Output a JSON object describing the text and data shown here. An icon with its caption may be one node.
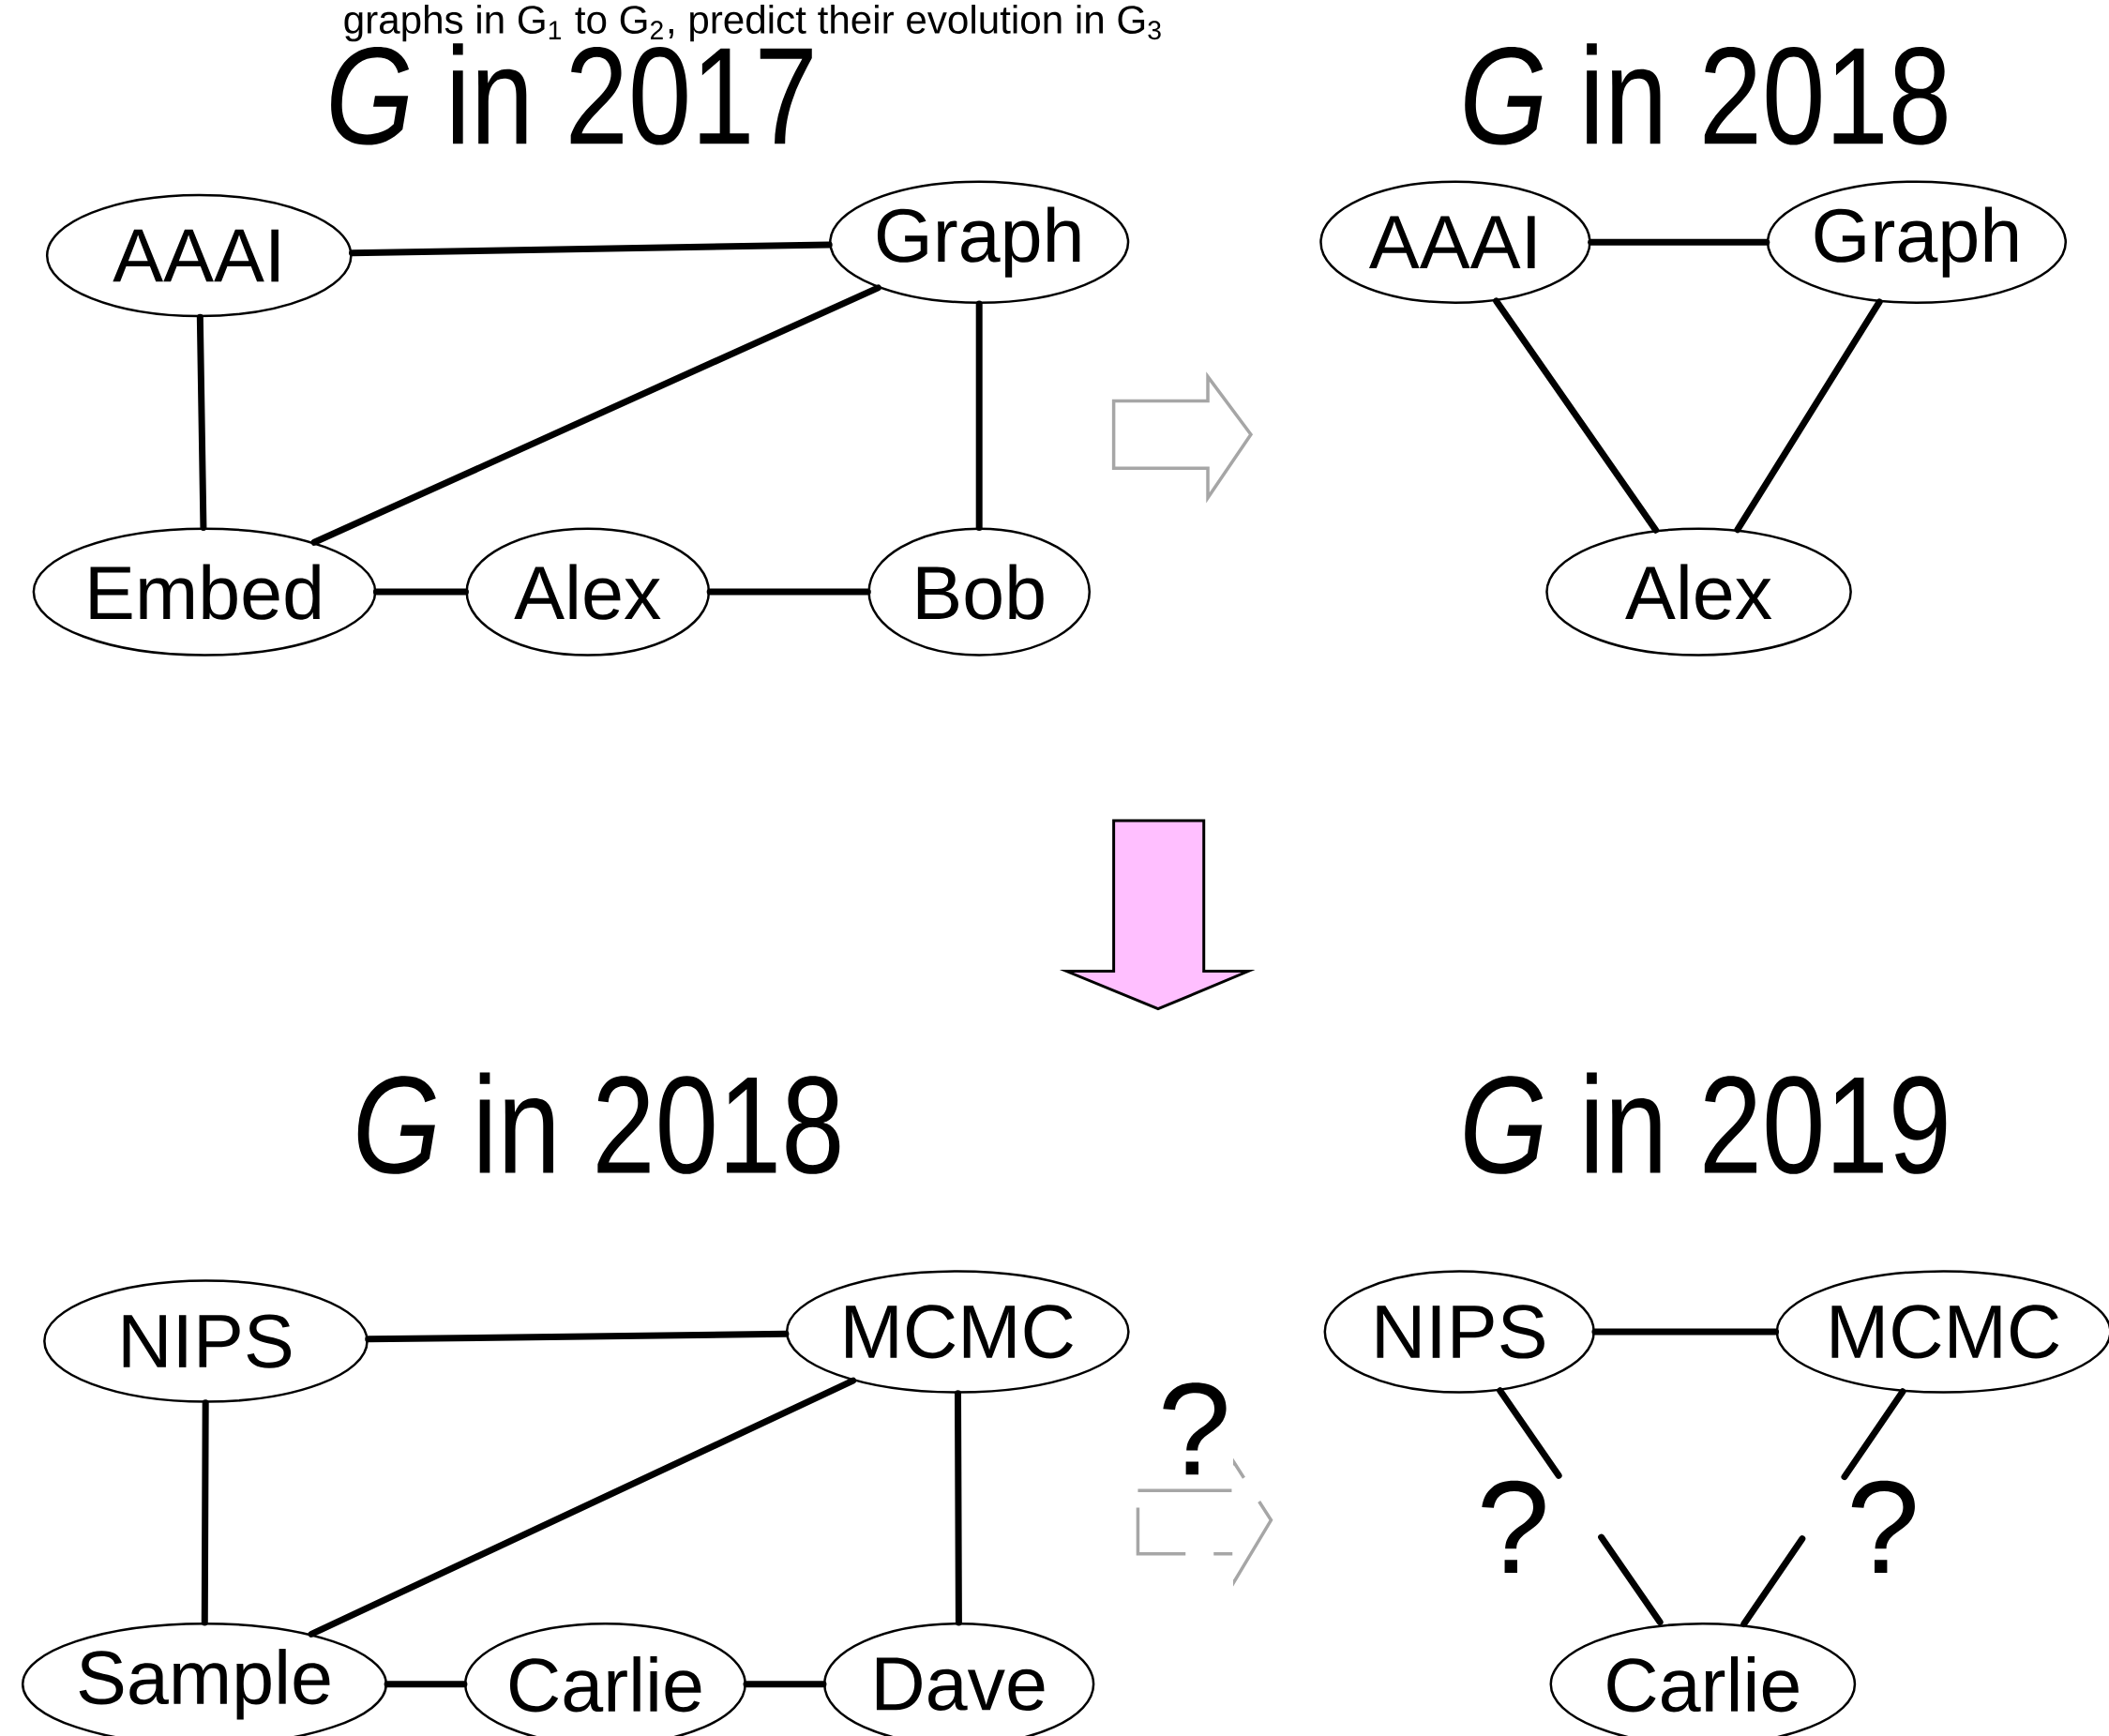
{
  "diagram": {
    "nodes": [
      {
        "text": [
          "AAAI"
        ]
      },
      {
        "text": [
          "Graph"
        ]
      },
      {
        "text": [
          "Embed"
        ]
      },
      {
        "text": [
          "Alex"
        ]
      },
      {
        "text": [
          "Bob"
        ]
      },
      {
        "text": [
          "AAAI"
        ]
      },
      {
        "text": [
          "Graph"
        ]
      },
      {
        "text": [
          "Alex"
        ]
      },
      {
        "text": [
          "NIPS"
        ]
      },
      {
        "text": [
          "MCMC"
        ]
      },
      {
        "text": [
          "Sample"
        ]
      },
      {
        "text": [
          "Carlie"
        ]
      },
      {
        "text": [
          "Dave"
        ]
      },
      {
        "text": [
          "NIPS"
        ]
      },
      {
        "text": [
          "MCMC"
        ]
      },
      {
        "text": [
          "Carlie"
        ]
      }
    ],
    "edges": [
      {
        "from": 0,
        "to": 1,
        "arrow": "none"
      },
      {
        "from": 0,
        "to": 2,
        "arrow": "none"
      },
      {
        "from": 1,
        "to": 2,
        "arrow": "none"
      },
      {
        "from": 1,
        "to": 4,
        "arrow": "none"
      },
      {
        "from": 2,
        "to": 3,
        "arrow": "none"
      },
      {
        "from": 3,
        "to": 4,
        "arrow": "none"
      },
      {
        "from": 5,
        "to": 6,
        "arrow": "none"
      },
      {
        "from": 5,
        "to": 7,
        "arrow": "none"
      },
      {
        "from": 6,
        "to": 7,
        "arrow": "none"
      },
      {
        "from": 8,
        "to": 9,
        "arrow": "none"
      },
      {
        "from": 8,
        "to": 10,
        "arrow": "none"
      },
      {
        "from": 9,
        "to": 10,
        "arrow": "none"
      },
      {
        "from": 9,
        "to": 12,
        "arrow": "none"
      },
      {
        "from": 10,
        "to": 11,
        "arrow": "none"
      },
      {
        "from": 11,
        "to": 12,
        "arrow": "none"
      },
      {
        "from": 13,
        "to": 14,
        "arrow": "none"
      },
      {
        "from": 13,
        "to": 15,
        "arrow": "none",
        "style": "dashed",
        "label": "?"
      },
      {
        "from": 14,
        "to": 15,
        "arrow": "none",
        "style": "dashed",
        "label": "?"
      }
    ],
    "labels": [
      "graphs in G$_{1}$ to G$_{2}$, predict their evolution in G$_{3}$",
      "*G* in 2017",
      "*G* in 2018",
      "*G* in 2018",
      "*G* in 2019",
      "?"
    ]
  }
}
